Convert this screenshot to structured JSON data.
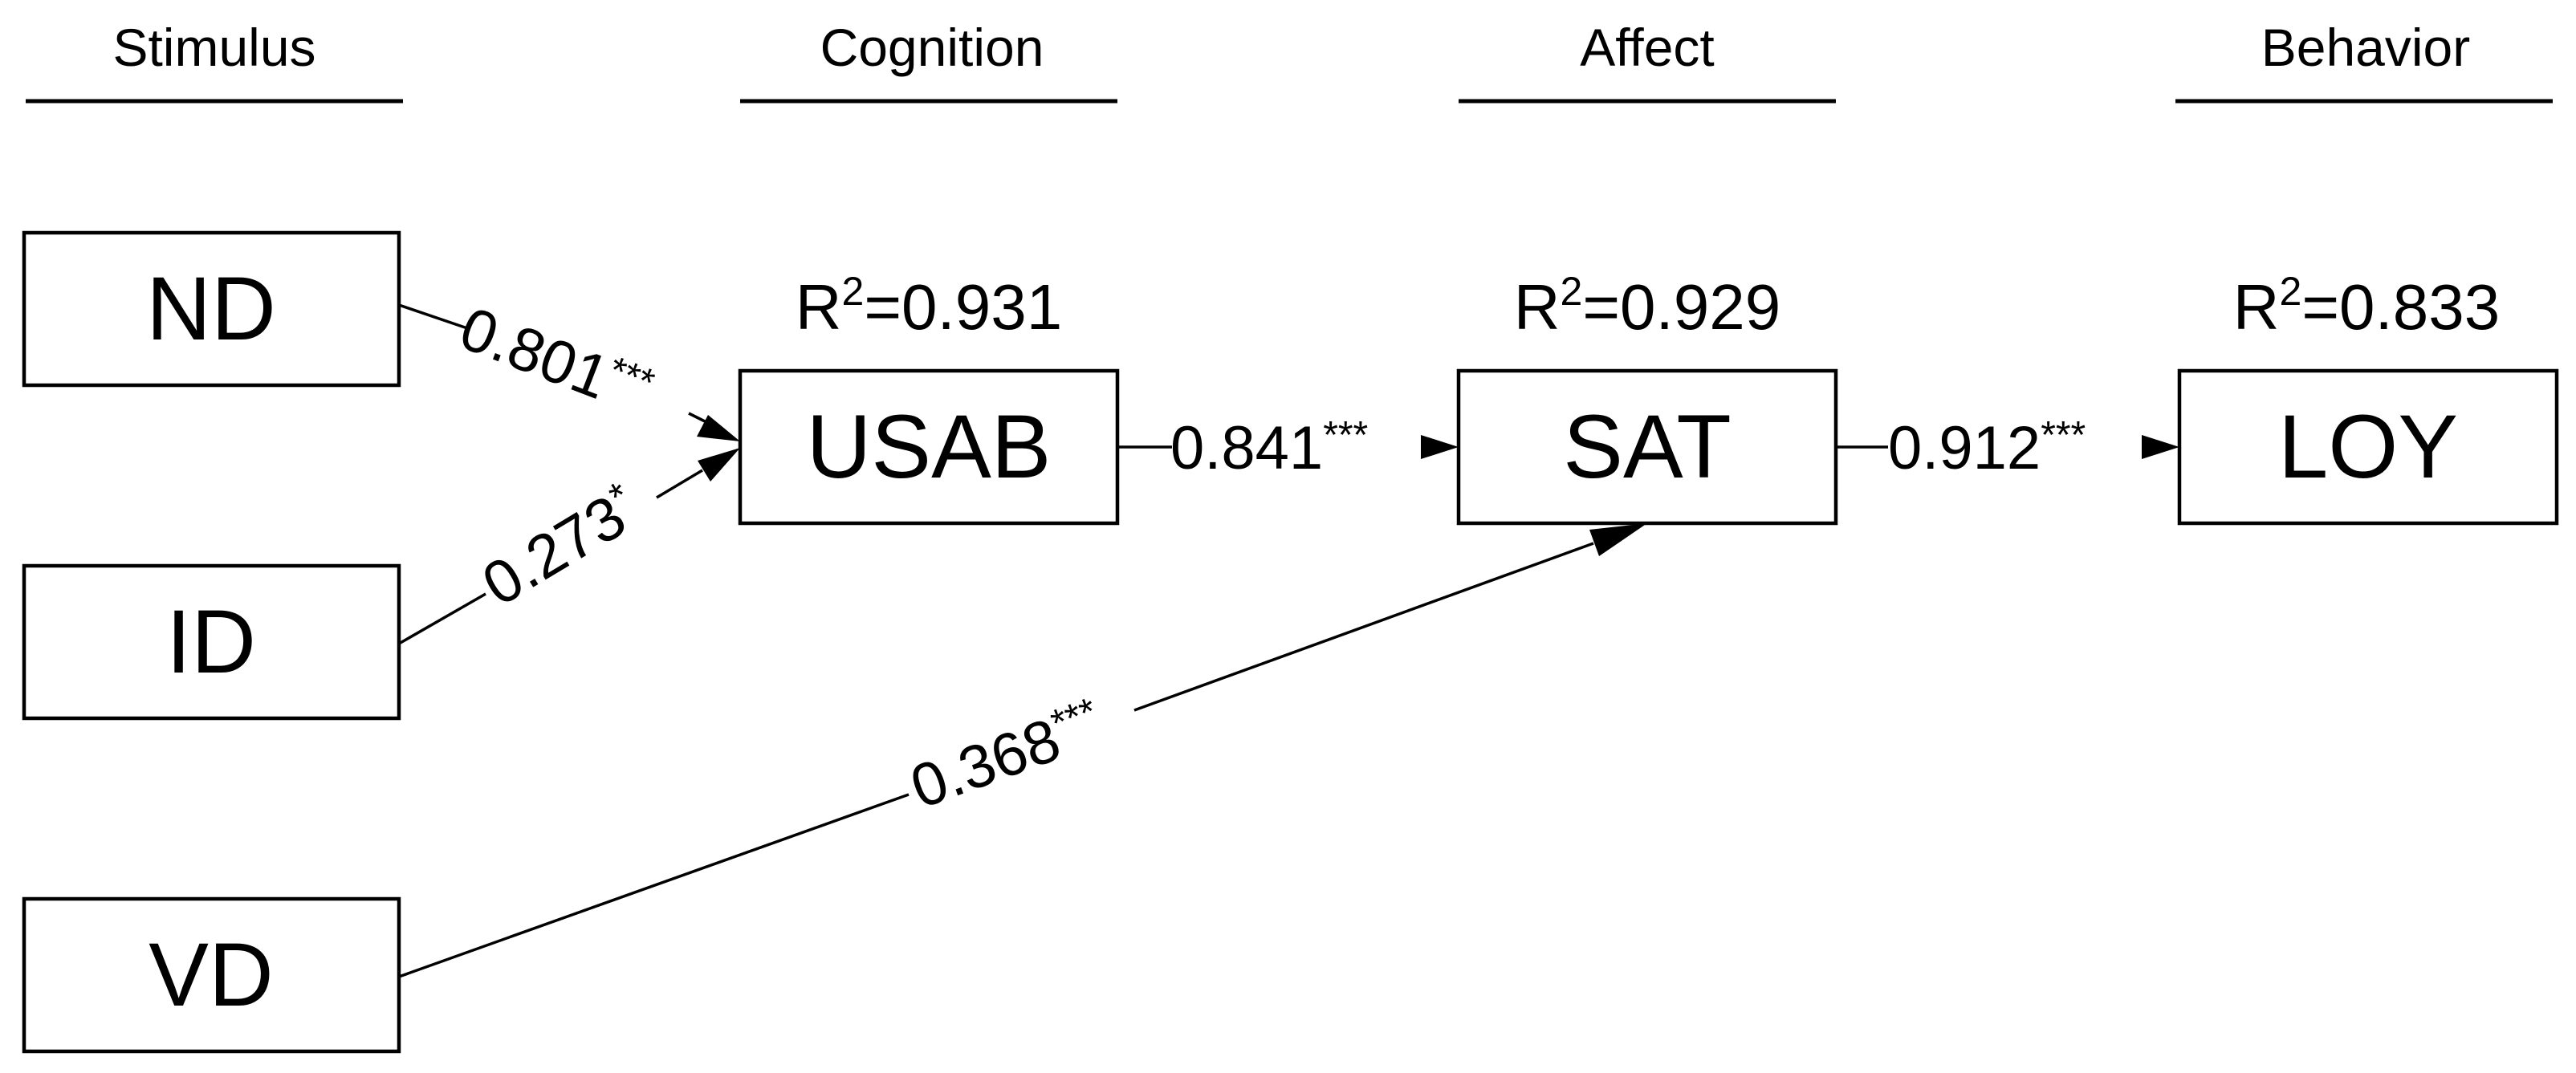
{
  "stages": [
    {
      "id": "stimulus",
      "label": "Stimulus"
    },
    {
      "id": "cognition",
      "label": "Cognition"
    },
    {
      "id": "affect",
      "label": "Affect"
    },
    {
      "id": "behavior",
      "label": "Behavior"
    }
  ],
  "nodes": {
    "nd": {
      "label": "ND"
    },
    "id": {
      "label": "ID"
    },
    "vd": {
      "label": "VD"
    },
    "usab": {
      "label": "USAB",
      "r2_prefix": "R",
      "r2_sup": "2",
      "r2_value": "=0.931"
    },
    "sat": {
      "label": "SAT",
      "r2_prefix": "R",
      "r2_sup": "2",
      "r2_value": "=0.929"
    },
    "loy": {
      "label": "LOY",
      "r2_prefix": "R",
      "r2_sup": "2",
      "r2_value": "=0.833"
    }
  },
  "paths": [
    {
      "from": "ND",
      "to": "USAB",
      "coefficient": "0.801",
      "significance": "***"
    },
    {
      "from": "ID",
      "to": "USAB",
      "coefficient": "0.273",
      "significance": "*"
    },
    {
      "from": "VD",
      "to": "SAT",
      "coefficient": "0.368",
      "significance": "***"
    },
    {
      "from": "USAB",
      "to": "SAT",
      "coefficient": "0.841",
      "significance": "***"
    },
    {
      "from": "SAT",
      "to": "LOY",
      "coefficient": "0.912",
      "significance": "***"
    }
  ]
}
